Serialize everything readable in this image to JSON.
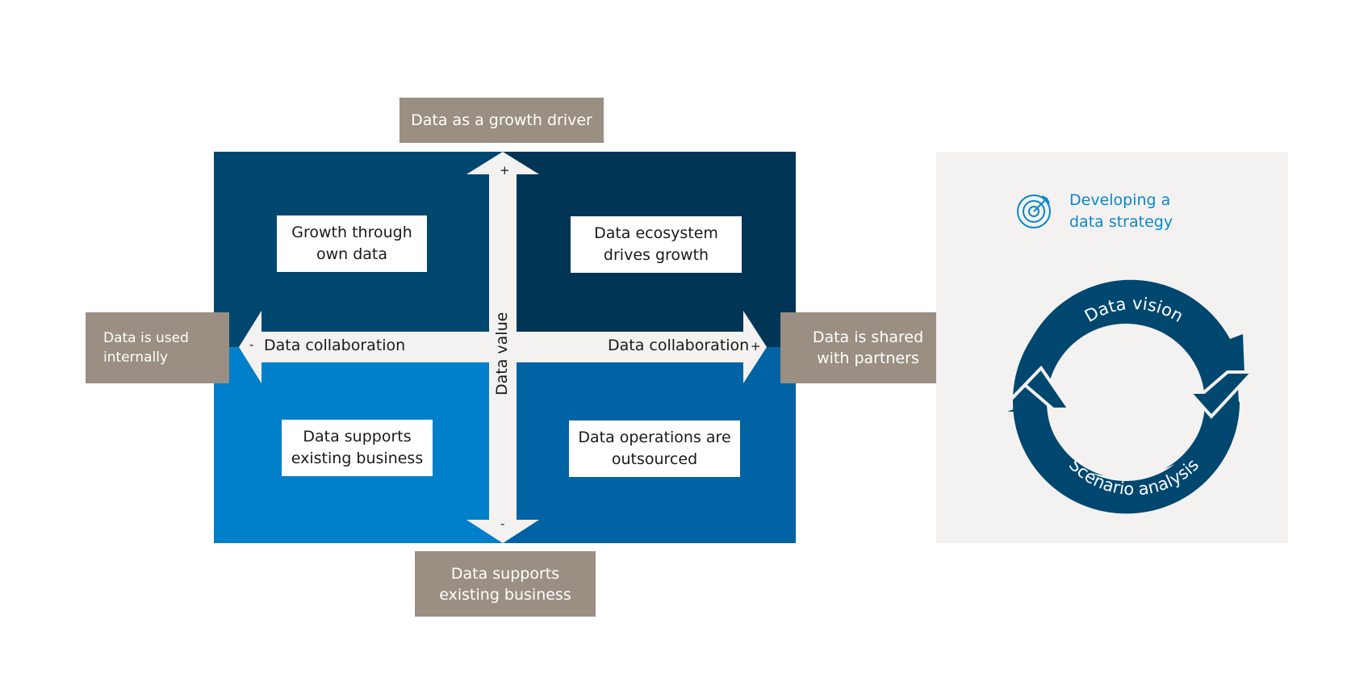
{
  "matrix": {
    "quadrants": {
      "top_left": "Growth through own data",
      "top_right": "Data ecosystem drives growth",
      "bottom_left": "Data supports existing business",
      "bottom_right": "Data operations are outsourced"
    },
    "axes": {
      "vertical_label": "Data value",
      "vertical_plus": "+",
      "vertical_minus": "-",
      "horizontal_left_label": "Data collaboration",
      "horizontal_right_label": "Data collaboration",
      "horizontal_minus": "-",
      "horizontal_plus": "+"
    },
    "tags": {
      "top": "Data as a growth driver",
      "bottom": "Data supports existing business",
      "left": "Data is used internally",
      "right": "Data is shared with partners"
    }
  },
  "panel": {
    "title_line1": "Developing a",
    "title_line2": "data strategy",
    "cycle_top": "Data vision",
    "cycle_bottom": "Scenario analysis",
    "icon": "target-icon"
  },
  "colors": {
    "quadrant_top_left": "#00476f",
    "quadrant_top_right": "#003556",
    "quadrant_bottom_left": "#0080ca",
    "quadrant_bottom_right": "#0063a3",
    "tag": "#9a8f82",
    "cycle": "#00476f",
    "accent": "#0b87c9"
  }
}
